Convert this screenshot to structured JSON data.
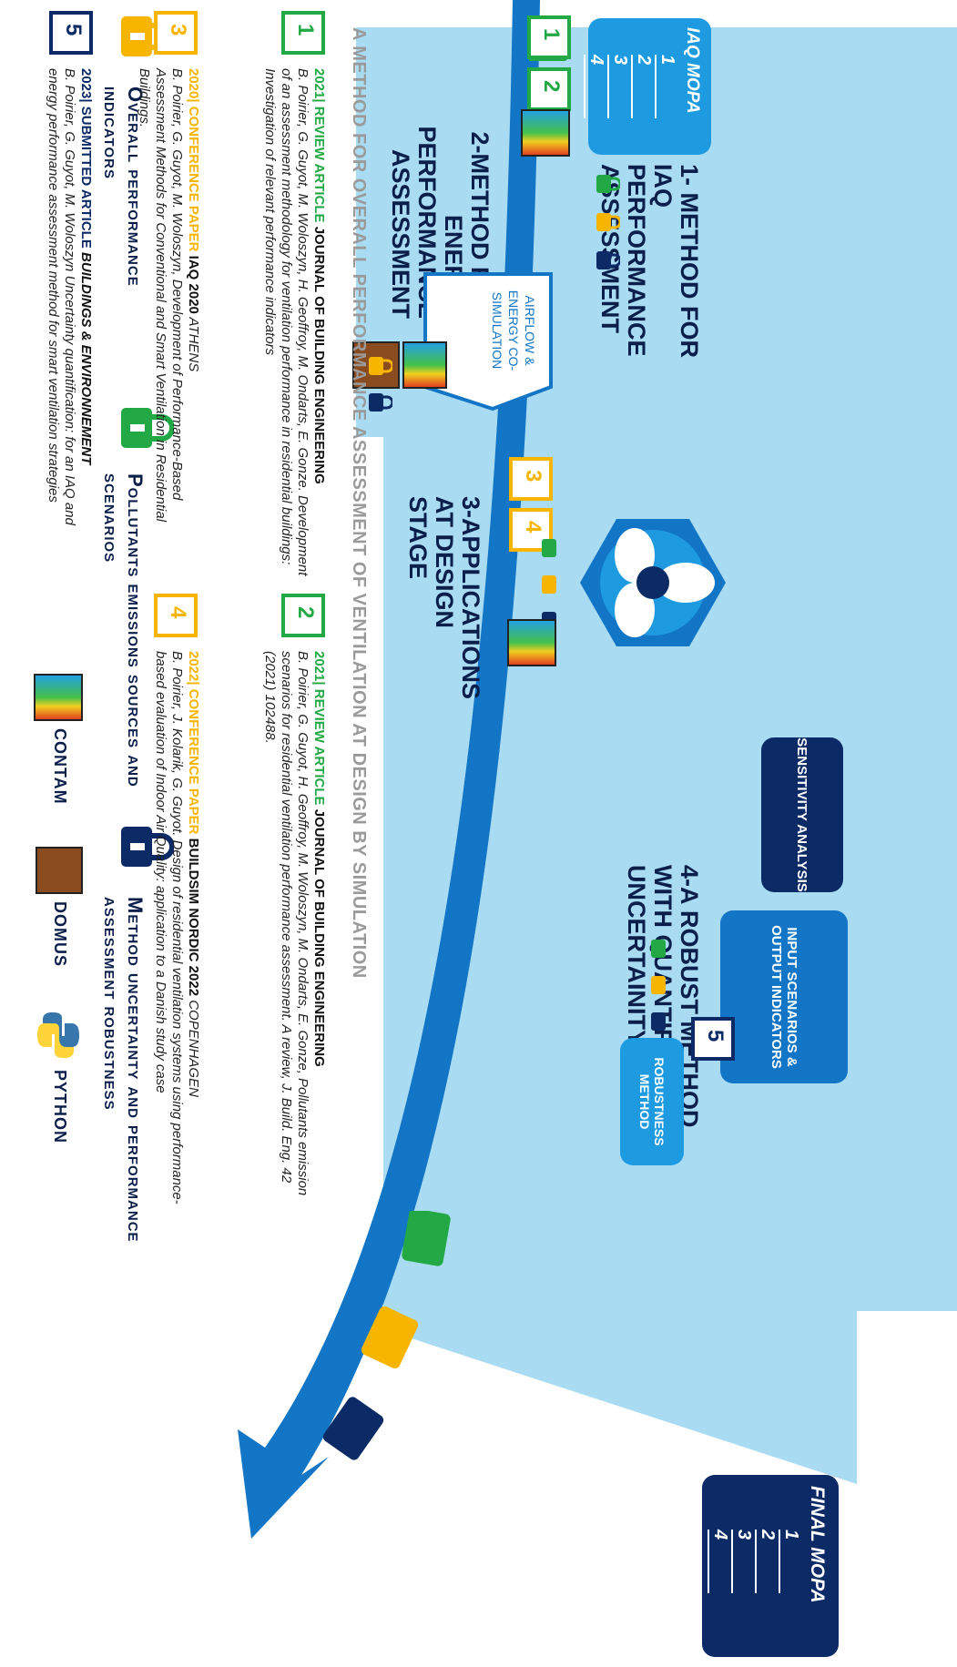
{
  "legend": {
    "overall": "Overall performance indicators",
    "pollutants": "Pollutants emissions sources and scenarios",
    "uncertainty": "Method uncertainty and performance assessment robustness"
  },
  "colors": {
    "green": "#22a845",
    "yellow": "#f7b500",
    "navy": "#0b2a66",
    "lightblue": "#a9dcf2",
    "blue": "#1275c6"
  },
  "iaq_box": {
    "title": "IAQ MOPA",
    "ranks": [
      "1",
      "2",
      "3",
      "4"
    ]
  },
  "step1": {
    "title": "1- METHOD FOR IAQ PERFORMANCE ASSESSMENT"
  },
  "step2": {
    "title": "2-METHOD FOR ENERGY PERFORMANCE ASSESSMENT",
    "cosim": "AIRFLOW & ENERGY CO-SIMULATION"
  },
  "step3": {
    "title": "3-APPLICATIONS AT DESIGN STAGE"
  },
  "step4": {
    "title": "4-A ROBUST METHOD WITH QUANTIFIED UNCERTAINITY",
    "sensitivity": "SENSITIVITY ANALYSIS",
    "input": "INPUT SCENARIOS & OUTPUT INDICATORS",
    "robustness": "ROBUSTNESS METHOD"
  },
  "final_box": {
    "title": "FINAL MOPA",
    "ranks": [
      "1",
      "2",
      "3",
      "4"
    ]
  },
  "main_title": "A METHOD FOR OVERALL PERFORMANCE ASSESSMENT OF VENTILATION AT DESIGN BY SIMULATION",
  "docs": [
    "1",
    "2",
    "3",
    "4",
    "5"
  ],
  "publications": [
    {
      "num": "1",
      "year": "2021|",
      "type": "REVIEW ARTICLE",
      "venue": "JOURNAL OF BUILDING ENGINEERING",
      "text": "B. Poirier, G. Guyot, M. Woloszyn, H. Geoffroy, M. Ondarts, E. Gonze. Development of an assessment methodology for ventilation performance in residential buildings: Investigation of relevant performance indicators"
    },
    {
      "num": "2",
      "year": "2021|",
      "type": "REVIEW ARTICLE",
      "venue": "JOURNAL OF BUILDING ENGINEERING",
      "text": "B. Poirier, G. Guyot, H. Geoffroy, M. Woloszyn, M. Ondarts, E. Gonze, Pollutants emission scenarios for residential ventilation performance assessment. A review, J. Build. Eng. 42 (2021) 102488."
    },
    {
      "num": "3",
      "year": "2020|",
      "type": "CONFERENCE PAPER",
      "venue": "IAQ 2020",
      "city": "ATHENS",
      "text": "B. Poirier, G. Guyot, M. Woloszyn, Development of Performance-Based Assessment Methods for Conventional and Smart Ventilation in Residential Buildings."
    },
    {
      "num": "4",
      "year": "2022|",
      "type": "CONFERENCE PAPER",
      "venue": "BUILDSIM NORDIC 2022",
      "city": "COPENHAGEN",
      "text": "B. Poirier, J. Kolarik, G. Guyot. Design of residential ventilation systems using performance-based evaluation of Indoor Air Quality: application to a Danish study case"
    },
    {
      "num": "5",
      "year": "2023|",
      "type": "SUBMITTED ARTICLE",
      "venue": "BUILDINGS & ENVIRONNEMENT",
      "text": "B. Poirier, G. Guyot, M. Woloszyn Uncertainty quantification: for an IAQ and energy performance assessment method for smart ventilation strategies"
    }
  ],
  "tools": {
    "contam": "CONTAM",
    "domus": "DOMUS",
    "python": "PYTHON"
  }
}
